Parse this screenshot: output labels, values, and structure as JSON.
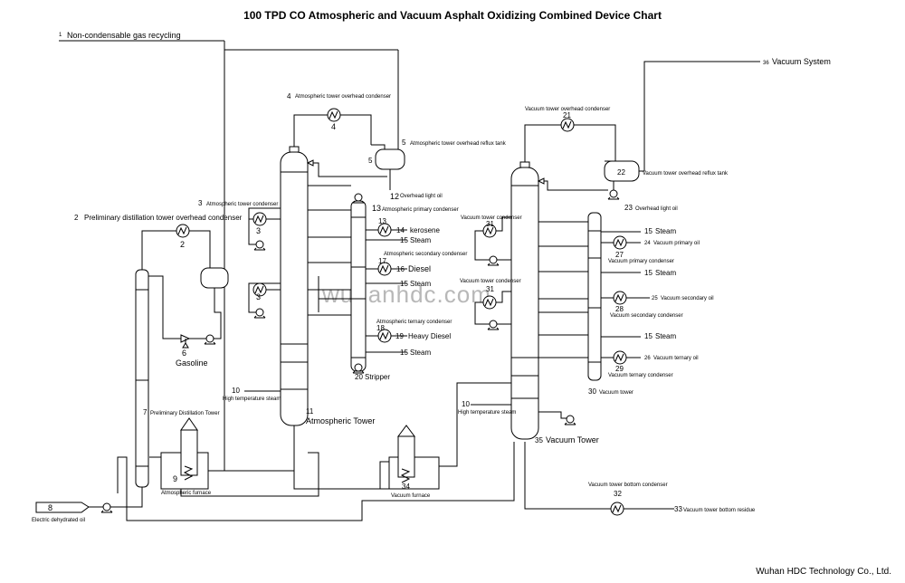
{
  "title": "100 TPD CO Atmospheric and Vacuum Asphalt Oxidizing Combined Device Chart",
  "watermark": "wuhanhdc.com",
  "footer": "Wuhan HDC Technology Co., Ltd.",
  "labels": {
    "l1n": "1",
    "l1": "Non-condensable gas recycling",
    "l2n": "2",
    "l2": "Preliminary distillation tower overhead condenser",
    "l2b": "2",
    "l3n": "3",
    "l3": "Atmospheric tower condenser",
    "l3b": "3",
    "l3c": "3",
    "l4n": "4",
    "l4": "Atmospheric tower overhead condenser",
    "l4b": "4",
    "l5": "5",
    "l5t": "5",
    "l5d": "Atmospheric tower overhead reflux tank",
    "l6": "6",
    "l6t": "Gasoline",
    "l7": "7",
    "l7t": "Preliminary Distillation Tower",
    "l8": "8",
    "l8t": "Electric dehydrated oil",
    "l9": "9",
    "l9t": "Atmospheric furnace",
    "l10a": "10",
    "l10at": "High temperature steam",
    "l11": "11",
    "l11t": "Atmospheric Tower",
    "l12": "12",
    "l12t": "Overhead light oil",
    "l13": "13",
    "l13t": "Atmospheric primary condenser",
    "l13b": "13",
    "l14": "14",
    "l14t": "kerosene",
    "l15a": "15",
    "l15at": "Steam",
    "l17t": "Atmospheric secondary condenser",
    "l17": "17",
    "l16": "16",
    "l16t": "Diesel",
    "l15b": "15",
    "l15bt": "Steam",
    "l18t": "Atmospheric ternary condenser",
    "l18": "18",
    "l19": "19",
    "l19t": "Heavy Diesel",
    "l15c": "15",
    "l15ct": "Steam",
    "l20": "20",
    "l20t": "Stripper",
    "l21t": "Vacuum tower overhead condenser",
    "l21": "21",
    "l22": "22",
    "l22t": "Vacuum tower overhead reflux tank",
    "l23": "23",
    "l23t": "Overhead light oil",
    "l36": "36",
    "l36t": "Vacuum System",
    "l31t": "Vacuum tower condenser",
    "l31": "31",
    "l31bt": "Vacuum tower condenser",
    "l31b": "31",
    "l10b": "10",
    "l10bt": "High temperature steam",
    "l35": "35",
    "l35t": "Vacuum Tower",
    "l15d": "15",
    "l15dt": "Steam",
    "l27": "27",
    "l24": "24",
    "l24t": "Vacuum primary oil",
    "l27t": "Vacuum primary condenser",
    "l15e": "15",
    "l15et": "Steam",
    "l28": "28",
    "l25": "25",
    "l25t": "Vacuum secondary oil",
    "l28t": "Vacuum secondary condenser",
    "l15f": "15",
    "l15ft": "Steam",
    "l29": "29",
    "l26": "26",
    "l26t": "Vacuum ternary oil",
    "l29t": "Vacuum ternary condenser",
    "l30": "30",
    "l30t": "Vacuum tower",
    "l32t": "Vacuum tower bottom condenser",
    "l32": "32",
    "l33": "33",
    "l33t": "Vacuum tower bottom residue",
    "l34": "34",
    "l34t": "Vacuum furnace"
  }
}
